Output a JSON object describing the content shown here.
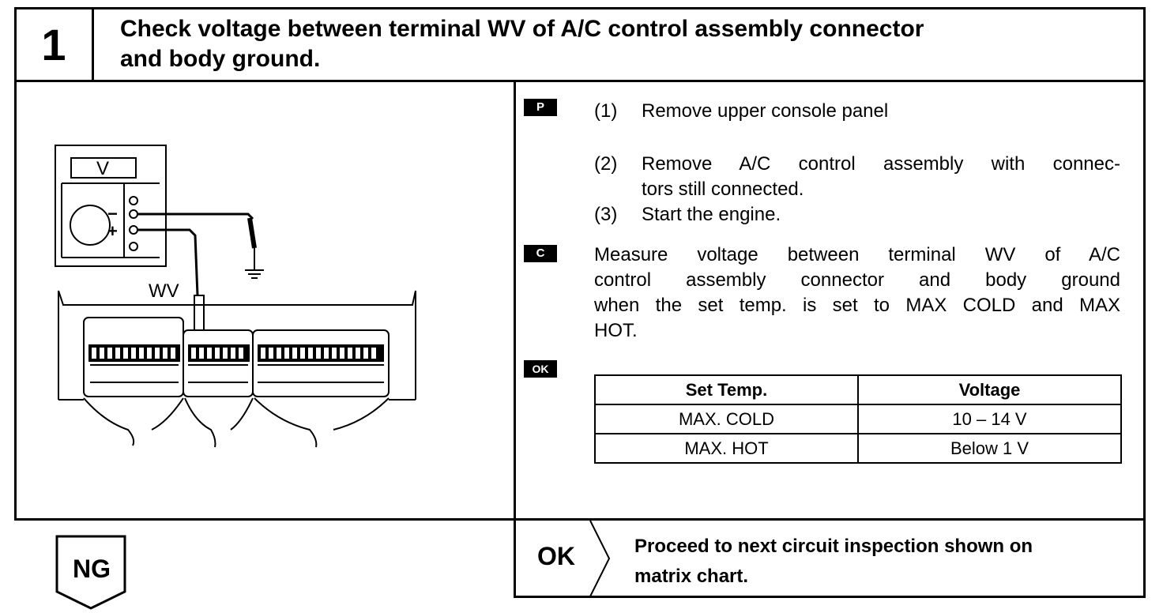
{
  "step": {
    "number": "1",
    "title_line1": "Check voltage between terminal WV of A/C control assembly connector",
    "title_line2": "and body ground."
  },
  "diagram": {
    "meter_display": "V",
    "minus": "−",
    "plus": "+",
    "terminal_label": "WV"
  },
  "badges": {
    "prep": "P",
    "check": "C",
    "ok": "OK"
  },
  "procedure": {
    "s1_num": "(1)",
    "s1_text": "Remove upper console panel",
    "s2_num": "(2)",
    "s2_text_a": "Remove A/C control assembly with connec-",
    "s2_text_b": "tors still connected.",
    "s3_num": "(3)",
    "s3_text": "Start the engine."
  },
  "measure": {
    "line1": "Measure voltage between terminal WV of A/C",
    "line2": "control assembly connector and body ground",
    "line3": "when the set temp. is set to MAX COLD and MAX",
    "line4": "HOT."
  },
  "spec_table": {
    "col1": "Set Temp.",
    "col2": "Voltage",
    "rows": [
      {
        "temp": "MAX. COLD",
        "voltage": "10 – 14 V"
      },
      {
        "temp": "MAX. HOT",
        "voltage": "Below 1 V"
      }
    ]
  },
  "results": {
    "ng": "NG",
    "ok": "OK",
    "ok_line1": "Proceed to next circuit inspection shown on",
    "ok_line2": "matrix chart."
  }
}
